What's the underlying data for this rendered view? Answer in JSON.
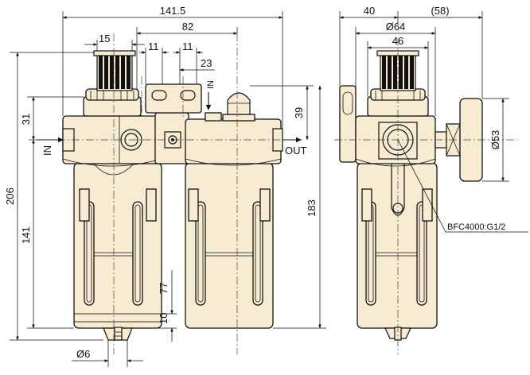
{
  "diagram": {
    "front_view": {
      "dims": {
        "overall_width": "141.5",
        "inlet_outlet_span": "82",
        "knob_width": "15",
        "mount_spacing_a": "11",
        "mount_spacing_b": "11",
        "mount_offset": "23",
        "overall_height": "206",
        "upper_height": "31",
        "lower_height": "141",
        "lubricator_cap_height": "39",
        "lubricator_height": "183",
        "drain_gap_a": "10",
        "drain_gap_b": "77",
        "drain_diameter": "Ø6"
      },
      "labels": {
        "in": "IN",
        "out": "OUT",
        "in_small": "IN"
      }
    },
    "side_view": {
      "dims": {
        "bracket_depth": "40",
        "gauge_depth": "(58)",
        "bowl_diameter": "Ø64",
        "knob_diameter": "46",
        "gauge_diameter": "Ø53"
      },
      "callout": "BFC4000:G1/2"
    }
  }
}
